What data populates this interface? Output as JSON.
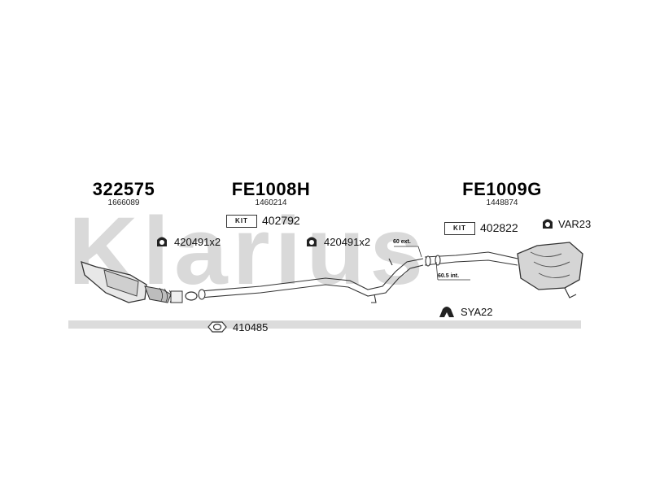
{
  "watermark": {
    "text": "Klarius"
  },
  "groups": [
    {
      "code": "322575",
      "ref": "1666089"
    },
    {
      "code": "FE1008H",
      "ref": "1460214"
    },
    {
      "code": "FE1009G",
      "ref": "1448874"
    }
  ],
  "kits": [
    {
      "badge": "KIT",
      "number": "402792"
    },
    {
      "badge": "KIT",
      "number": "402822"
    }
  ],
  "parts": {
    "mount_left": "420491x2",
    "mount_mid": "420491x2",
    "mount_right": "VAR23",
    "gasket": "410485",
    "bracket": "SYA22"
  },
  "notes": {
    "ext": "60 ext.",
    "int": "60.5 int."
  },
  "icons": [
    "rubber-mount-icon",
    "gasket-icon",
    "hanger-bracket-icon",
    "catalytic-converter-icon",
    "muffler-icon"
  ]
}
